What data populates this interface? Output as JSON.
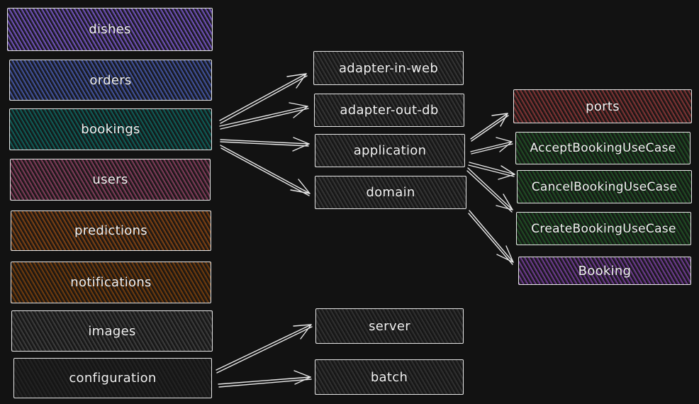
{
  "modules": [
    {
      "label": "dishes",
      "color": "#6c4fb2"
    },
    {
      "label": "orders",
      "color": "#3f4f96"
    },
    {
      "label": "bookings",
      "color": "#0f5a55"
    },
    {
      "label": "users",
      "color": "#7a3a56"
    },
    {
      "label": "predictions",
      "color": "#7a3f12"
    },
    {
      "label": "notifications",
      "color": "#6e3a0c"
    },
    {
      "label": "images",
      "color": "#3a3a3a"
    },
    {
      "label": "configuration",
      "color": "#222222"
    }
  ],
  "layers": [
    {
      "label": "adapter-in-web",
      "color": "#333333"
    },
    {
      "label": "adapter-out-db",
      "color": "#333333"
    },
    {
      "label": "application",
      "color": "#333333"
    },
    {
      "label": "domain",
      "color": "#333333"
    }
  ],
  "app_parts": [
    {
      "label": "ports",
      "color": "#7a3232"
    },
    {
      "label": "AcceptBookingUseCase",
      "color": "#1f4a23"
    },
    {
      "label": "CancelBookingUseCase",
      "color": "#1f4a23"
    },
    {
      "label": "CreateBookingUseCase",
      "color": "#1f4a23"
    }
  ],
  "domain_parts": [
    {
      "label": "Booking",
      "color": "#6a3a8a"
    }
  ],
  "config_parts": [
    {
      "label": "server",
      "color": "#2f2f2f"
    },
    {
      "label": "batch",
      "color": "#2f2f2f"
    }
  ]
}
